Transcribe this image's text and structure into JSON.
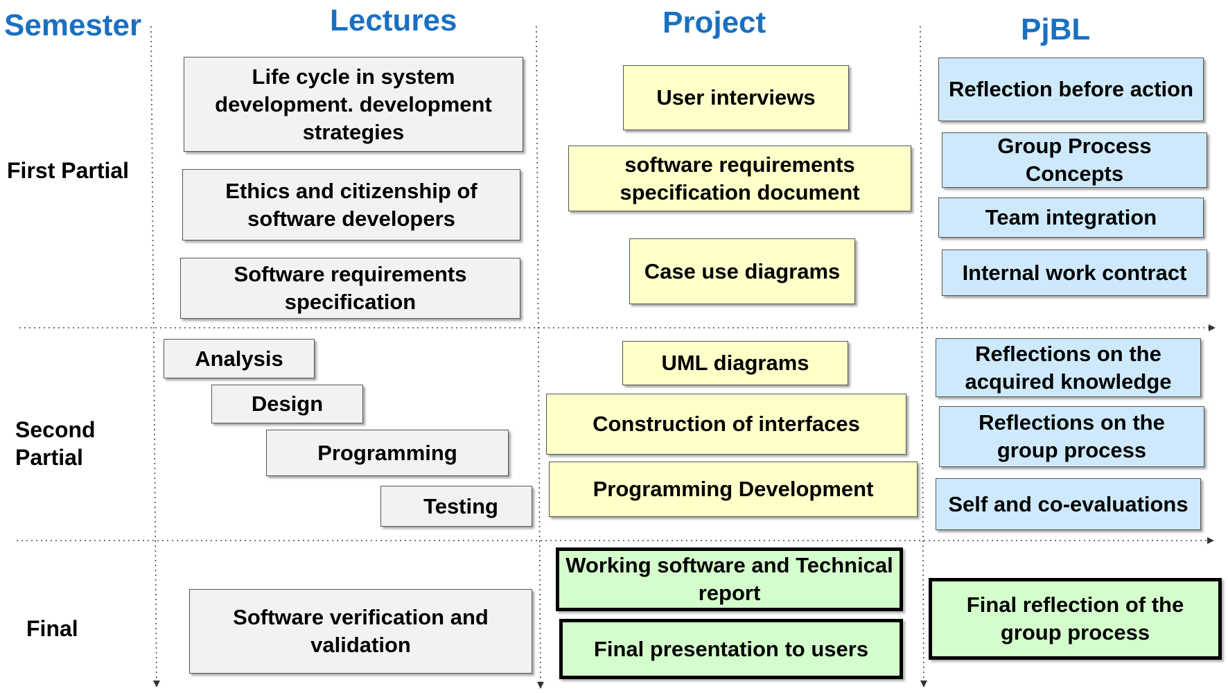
{
  "headers": {
    "semester": "Semester",
    "lectures": "Lectures",
    "project": "Project",
    "pjbl": "PjBL"
  },
  "rows": {
    "first": "First Partial",
    "second": "Second Partial",
    "final": "Final"
  },
  "lectures": {
    "life_cycle": "Life cycle in system development. development strategies",
    "ethics": "Ethics and citizenship of software developers",
    "srs": "Software requirements specification",
    "analysis": "Analysis",
    "design": "Design",
    "programming": "Programming",
    "testing": "Testing",
    "verification": "Software verification and validation"
  },
  "project": {
    "user_interviews": "User interviews",
    "srs_document": "software requirements specification document",
    "case_use": "Case use diagrams",
    "uml": "UML diagrams",
    "interfaces": "Construction of interfaces",
    "prog_dev": "Programming Development",
    "working_software": "Working software and Technical report",
    "final_presentation": "Final presentation to users"
  },
  "pjbl": {
    "reflection_before": "Reflection before action",
    "group_concepts": "Group Process Concepts",
    "team_integration": "Team integration",
    "work_contract": "Internal work contract",
    "reflect_knowledge": "Reflections on the acquired knowledge",
    "reflect_group": "Reflections on the group process",
    "self_eval": "Self and co-evaluations",
    "final_reflection": "Final reflection of the group process"
  },
  "colors": {
    "header": "#1a70c0",
    "lecture_fill": "#f2f2f2",
    "project_fill": "#ffffc9",
    "pjbl_fill": "#cde9fb",
    "final_fill": "#d4fdcc"
  }
}
